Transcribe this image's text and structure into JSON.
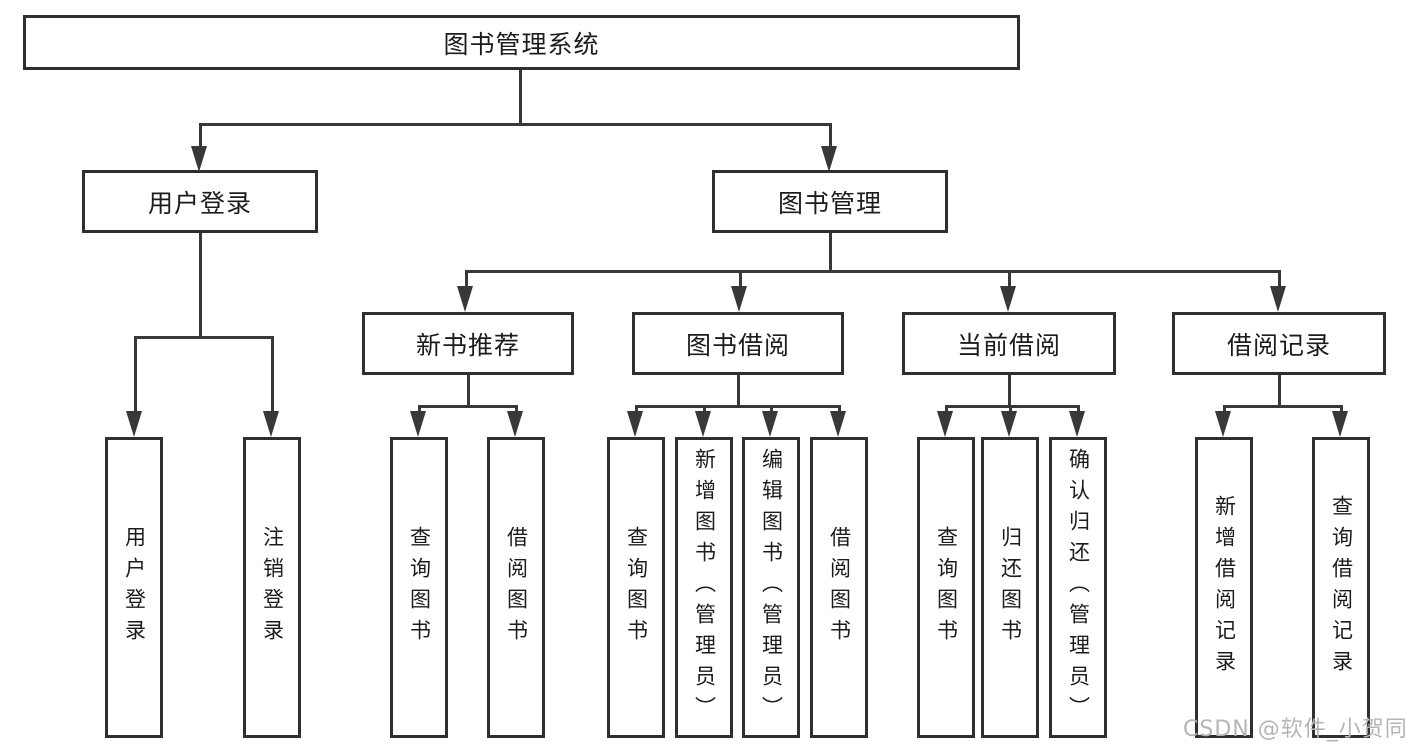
{
  "diagram": {
    "root": "图书管理系统",
    "branches": [
      {
        "label": "用户登录",
        "children": [
          "用户登录",
          "注销登录"
        ]
      },
      {
        "label": "图书管理",
        "groups": [
          {
            "label": "新书推荐",
            "children": [
              "查询图书",
              "借阅图书"
            ]
          },
          {
            "label": "图书借阅",
            "children": [
              "查询图书",
              "新增图书（管理员）",
              "编辑图书（管理员）",
              "借阅图书"
            ]
          },
          {
            "label": "当前借阅",
            "children": [
              "查询图书",
              "归还图书",
              "确认归还（管理员）"
            ]
          },
          {
            "label": "借阅记录",
            "children": [
              "新增借阅记录",
              "查询借阅记录"
            ]
          }
        ]
      }
    ]
  },
  "watermark": "CSDN @软件_小贺同学",
  "colors": {
    "border": "#2f2f2f",
    "line": "#383838",
    "text": "#1c1c1c",
    "watermark_text": "#b5b5b5",
    "background": "#ffffff"
  }
}
